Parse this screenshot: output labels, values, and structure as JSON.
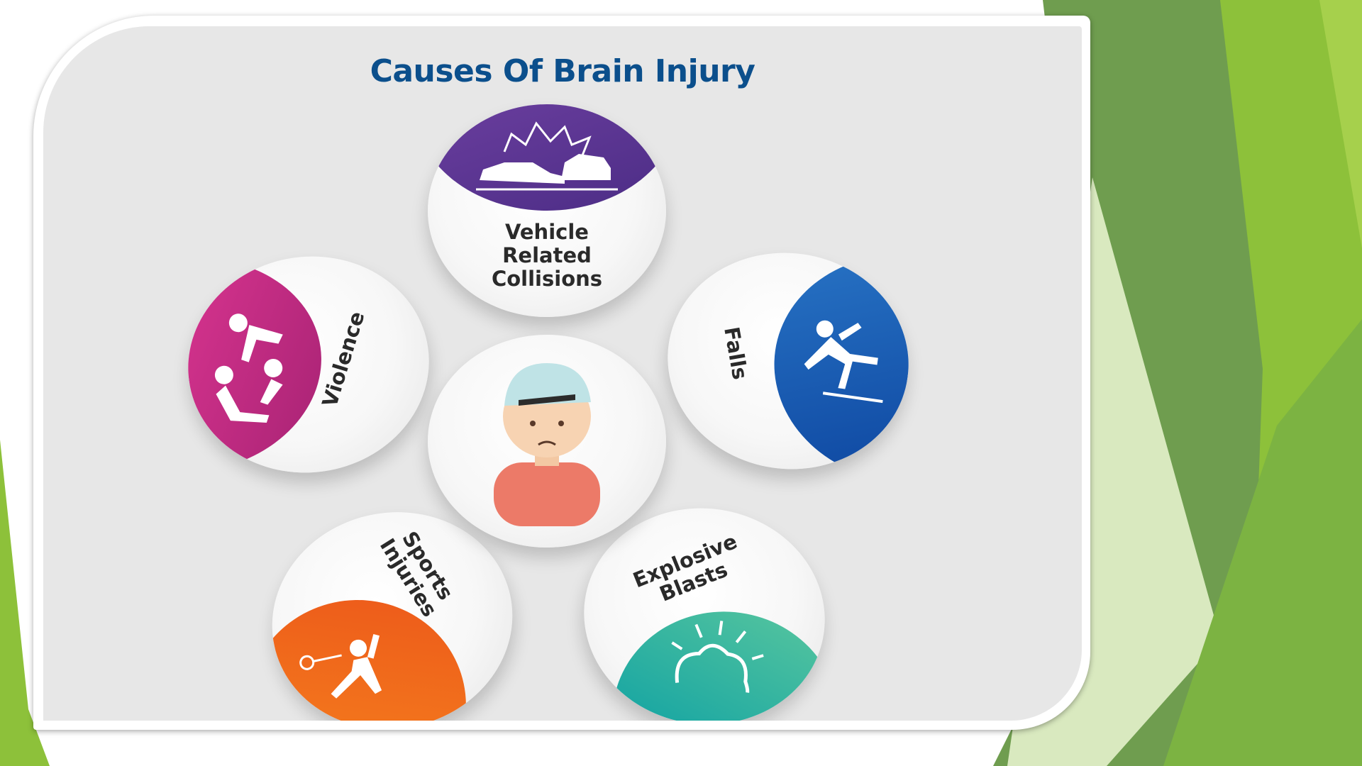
{
  "title": "Causes Of Brain Injury",
  "causes": {
    "vehicle": {
      "line1": "Vehicle",
      "line2": "Related",
      "line3": "Collisions",
      "icon": "car-crash-icon",
      "color": "#4a2a86"
    },
    "violence": {
      "label": "Violence",
      "icon": "fight-icon",
      "color": "#b0237a"
    },
    "falls": {
      "label": "Falls",
      "icon": "slip-fall-icon",
      "color": "#1b5fb5"
    },
    "sports": {
      "line1": "Sports",
      "line2": "Injuries",
      "icon": "sports-injury-icon",
      "color": "#ef5a17"
    },
    "blasts": {
      "line1": "Explosive",
      "line2": "Blasts",
      "icon": "explosion-icon",
      "color": "#27b39c"
    }
  },
  "center": {
    "icon": "injured-person-icon"
  }
}
